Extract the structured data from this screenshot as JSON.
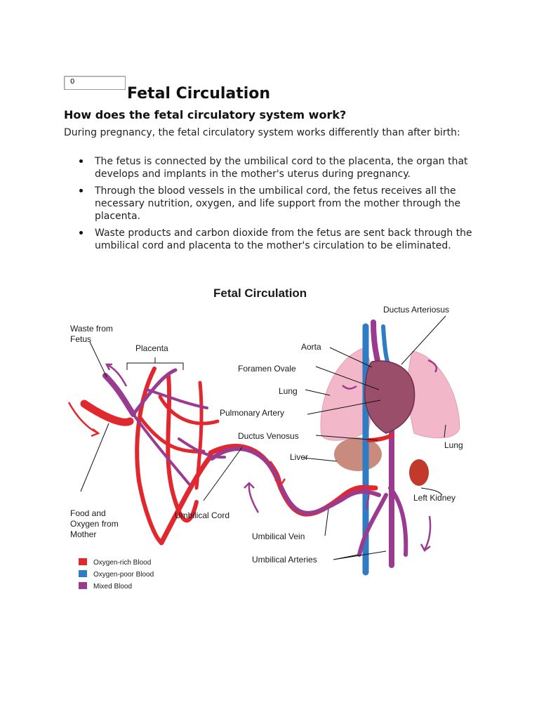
{
  "counter": {
    "value": "0"
  },
  "title": "Fetal Circulation",
  "subtitle": "How does the fetal circulatory system work?",
  "intro": "During pregnancy, the fetal circulatory system works differently than after birth:",
  "bullets": [
    "The fetus is connected by the umbilical cord to the placenta, the organ that develops and implants in the mother's uterus during pregnancy.",
    "Through the blood vessels in the umbilical cord, the fetus receives all the necessary nutrition, oxygen, and life support from the mother through the placenta.",
    "Waste products and carbon dioxide from the fetus are sent back through the umbilical cord and placenta to the mother's circulation to be eliminated."
  ],
  "diagram": {
    "title": "Fetal Circulation",
    "labels": {
      "waste_1": "Waste from",
      "waste_2": "Fetus",
      "placenta": "Placenta",
      "food_1": "Food and",
      "food_2": "Oxygen from",
      "food_3": "Mother",
      "umbilical_cord": "Umbilical Cord",
      "ductus_arteriosus": "Ductus Arteriosus",
      "aorta": "Aorta",
      "foramen_ovale": "Foramen Ovale",
      "lung_left": "Lung",
      "pulmonary_artery": "Pulmonary Artery",
      "ductus_venosus": "Ductus Venosus",
      "liver": "Liver",
      "lung_right": "Lung",
      "left_kidney": "Left Kidney",
      "umbilical_vein": "Umbilical Vein",
      "umbilical_arteries": "Umbilical Arteries"
    },
    "legend": [
      {
        "label": "Oxygen-rich Blood",
        "color": "#e0282e"
      },
      {
        "label": "Oxygen-poor Blood",
        "color": "#2f7cc4"
      },
      {
        "label": "Mixed Blood",
        "color": "#9b3b8f"
      }
    ]
  }
}
